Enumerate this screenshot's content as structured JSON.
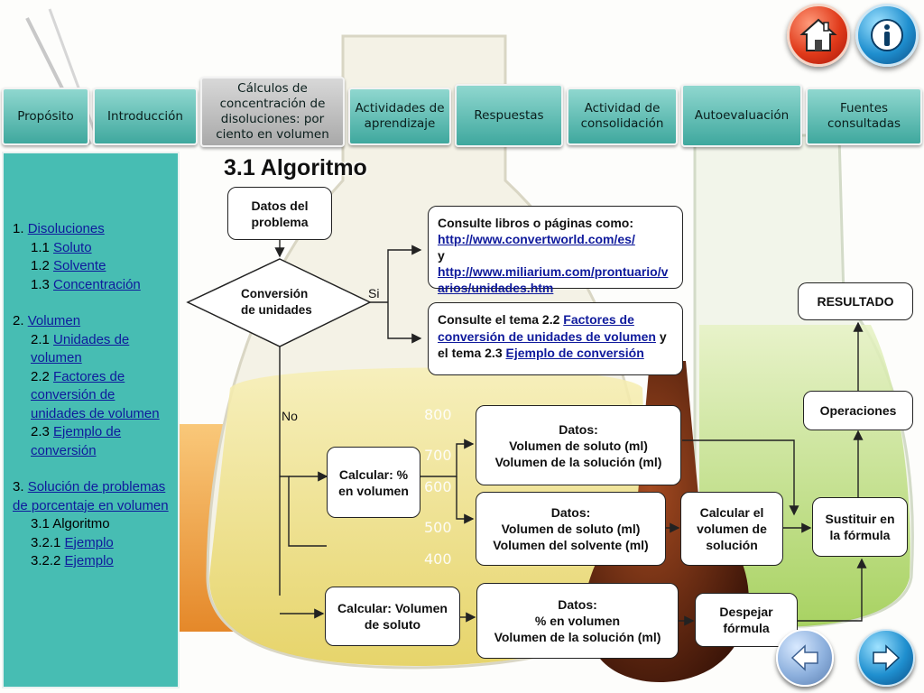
{
  "header": {
    "home_icon": "home-icon",
    "info_icon": "info-icon"
  },
  "tabs": [
    {
      "label": "Propósito"
    },
    {
      "label": "Introducción"
    },
    {
      "label": "Cálculos de concentración de disoluciones: por ciento en volumen",
      "active": true
    },
    {
      "label": "Actividades de aprendizaje"
    },
    {
      "label": "Respuestas"
    },
    {
      "label": "Actividad de consolidación"
    },
    {
      "label": "Autoevaluación"
    },
    {
      "label": "Fuentes consultadas"
    }
  ],
  "sidebar": {
    "items": [
      {
        "num": "1.",
        "link": "Disoluciones"
      },
      {
        "num": "1.1",
        "link": "Soluto"
      },
      {
        "num": "1.2",
        "link": "Solvente"
      },
      {
        "num": "1.3",
        "link": "Concentración"
      },
      {
        "num": "2.",
        "link": "Volumen"
      },
      {
        "num": "2.1",
        "link": "Unidades de volumen"
      },
      {
        "num": "2.2",
        "link": "Factores de conversión de unidades de volumen"
      },
      {
        "num": "2.3",
        "link": "Ejemplo de conversión"
      },
      {
        "num": "3.",
        "link": "Solución de problemas de porcentaje en volumen"
      },
      {
        "num": "3.1",
        "text": "Algoritmo"
      },
      {
        "num": "3.2.1",
        "link": "Ejemplo"
      },
      {
        "num": "3.2.2",
        "link": "Ejemplo"
      }
    ]
  },
  "title": "3.1 Algoritmo",
  "diagram": {
    "datos_problema": "Datos del problema",
    "conversion": "Conversión de unidades",
    "si": "Si",
    "no": "No",
    "consult1": {
      "text": "Consulte libros o páginas como:",
      "link1": "http://www.convertworld.com/es/",
      "joiner": "y",
      "link2": "http://www.miliarium.com/prontuario/varios/unidades.htm"
    },
    "consult2": {
      "prefix": "Consulte el tema 2.2",
      "link1": "Factores de conversión de unidades de volumen",
      "middle": "y el tema 2.3",
      "link2": "Ejemplo de conversión"
    },
    "resultado": "RESULTADO",
    "operaciones": "Operaciones",
    "calc_pct": "Calcular: % en volumen",
    "calc_vol": "Calcular: Volumen de soluto",
    "datos1": [
      "Datos:",
      "Volumen de soluto (ml)",
      "Volumen de la solución (ml)"
    ],
    "datos2": [
      "Datos:",
      "Volumen de soluto (ml)",
      "Volumen del solvente (ml)"
    ],
    "datos3": [
      "Datos:",
      "% en volumen",
      "Volumen de la solución (ml)"
    ],
    "calc_sol": "Calcular el volumen de solución",
    "sustituir": "Sustituir en la fórmula",
    "despejar": "Despejar fórmula"
  },
  "nav": {
    "prev_icon": "arrow-left-icon",
    "next_icon": "arrow-right-icon"
  }
}
